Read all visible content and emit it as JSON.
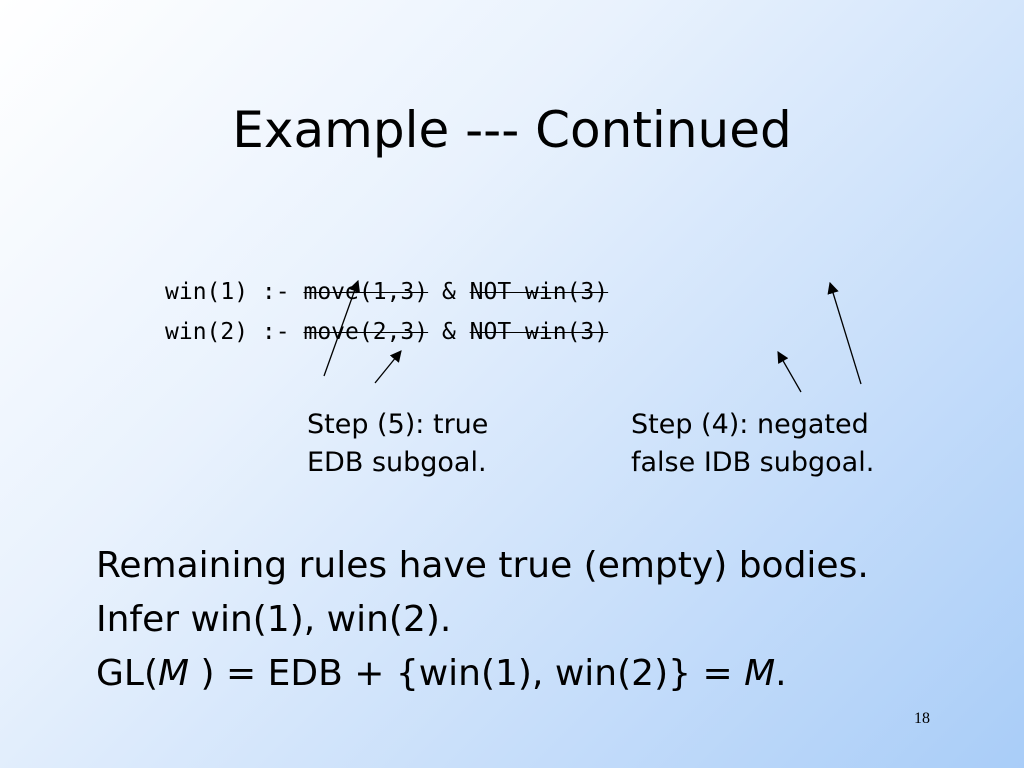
{
  "slide": {
    "title": "Example --- Continued",
    "rules": [
      {
        "head": "win(1) :- ",
        "edb": "move(1,3)",
        "and": " & ",
        "idb": "NOT win(3)"
      },
      {
        "head": "win(2) :- ",
        "edb": "move(2,3)",
        "and": " & ",
        "idb": "NOT win(3)"
      }
    ],
    "notes": {
      "edb_line1": "Step (5): true",
      "edb_line2": "EDB subgoal.",
      "idb_line1": "Step (4): negated",
      "idb_line2": "false IDB subgoal."
    },
    "body": {
      "line1": "Remaining rules have true (empty) bodies.",
      "line2": "Infer win(1), win(2).",
      "line3_a": "GL(",
      "line3_m1": "M",
      "line3_b": " ) = EDB + {win(1), win(2)} = ",
      "line3_m2": "M",
      "line3_c": "."
    },
    "slide_number": "18"
  }
}
